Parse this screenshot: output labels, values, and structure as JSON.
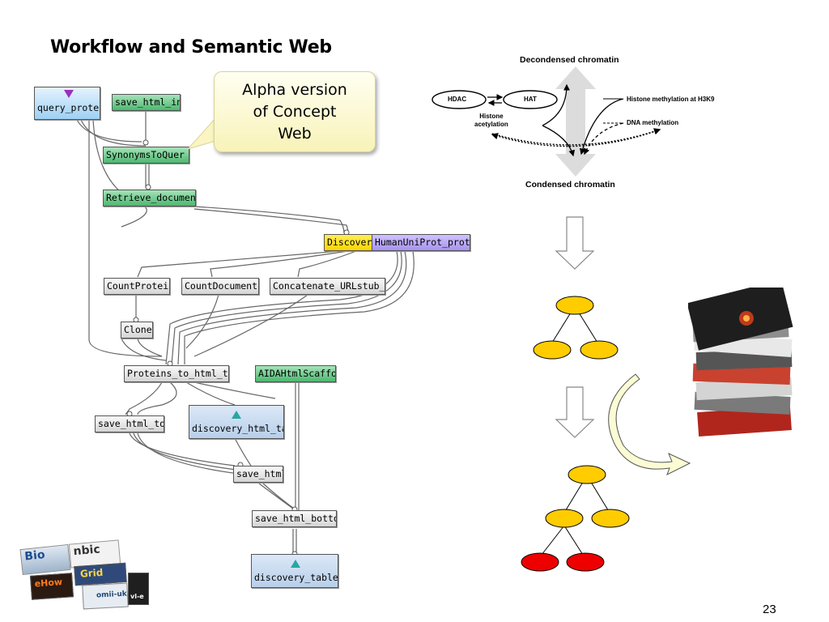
{
  "slide": {
    "title": "Workflow and Semantic Web",
    "page_number": "23"
  },
  "callout": {
    "line1": "Alpha version",
    "line2": "of Concept",
    "line3": "Web"
  },
  "workflow": {
    "nodes": {
      "query_protein": "query_protein",
      "save_html_init": "save_html_ini",
      "synonyms": "SynonymsToQuer",
      "retrieve": "Retrieve_documents",
      "discover": "Discover_",
      "humanuniprot": "HumanUniProt_protei",
      "count_proteins": "CountProteins",
      "count_documents": "CountDocuments",
      "concatenate": "Concatenate_URLstub_ID",
      "clone": "Clone",
      "proteins_to_html": "Proteins_to_html_table",
      "aida": "AIDAHtmlScaffo",
      "save_html_top": "save_html_top",
      "discovery_html_table": "discovery_html_table",
      "save_html": "save_html",
      "save_html_bottom": "save_html_bottom",
      "discovery_table_url": "discovery_table_ur"
    }
  },
  "chromatin": {
    "decondensed": "Decondensed chromatin",
    "condensed": "Condensed chromatin",
    "hdac": "HDAC",
    "hat": "HAT",
    "histone_acetylation_1": "Histone",
    "histone_acetylation_2": "acetylation",
    "histone_methylation": "Histone methylation at H3K9",
    "dna_methylation": "DNA methylation"
  },
  "logos": {
    "bio": "Bio",
    "nbic": "nbic",
    "grid": "Grid",
    "omii": "omii-uk",
    "vle": "vl-e",
    "other": "eHow"
  },
  "colors": {
    "tree_node": "#ffcc00",
    "tree_leaf_red": "#ee0000",
    "callout_bg": "#f8f3b8"
  }
}
